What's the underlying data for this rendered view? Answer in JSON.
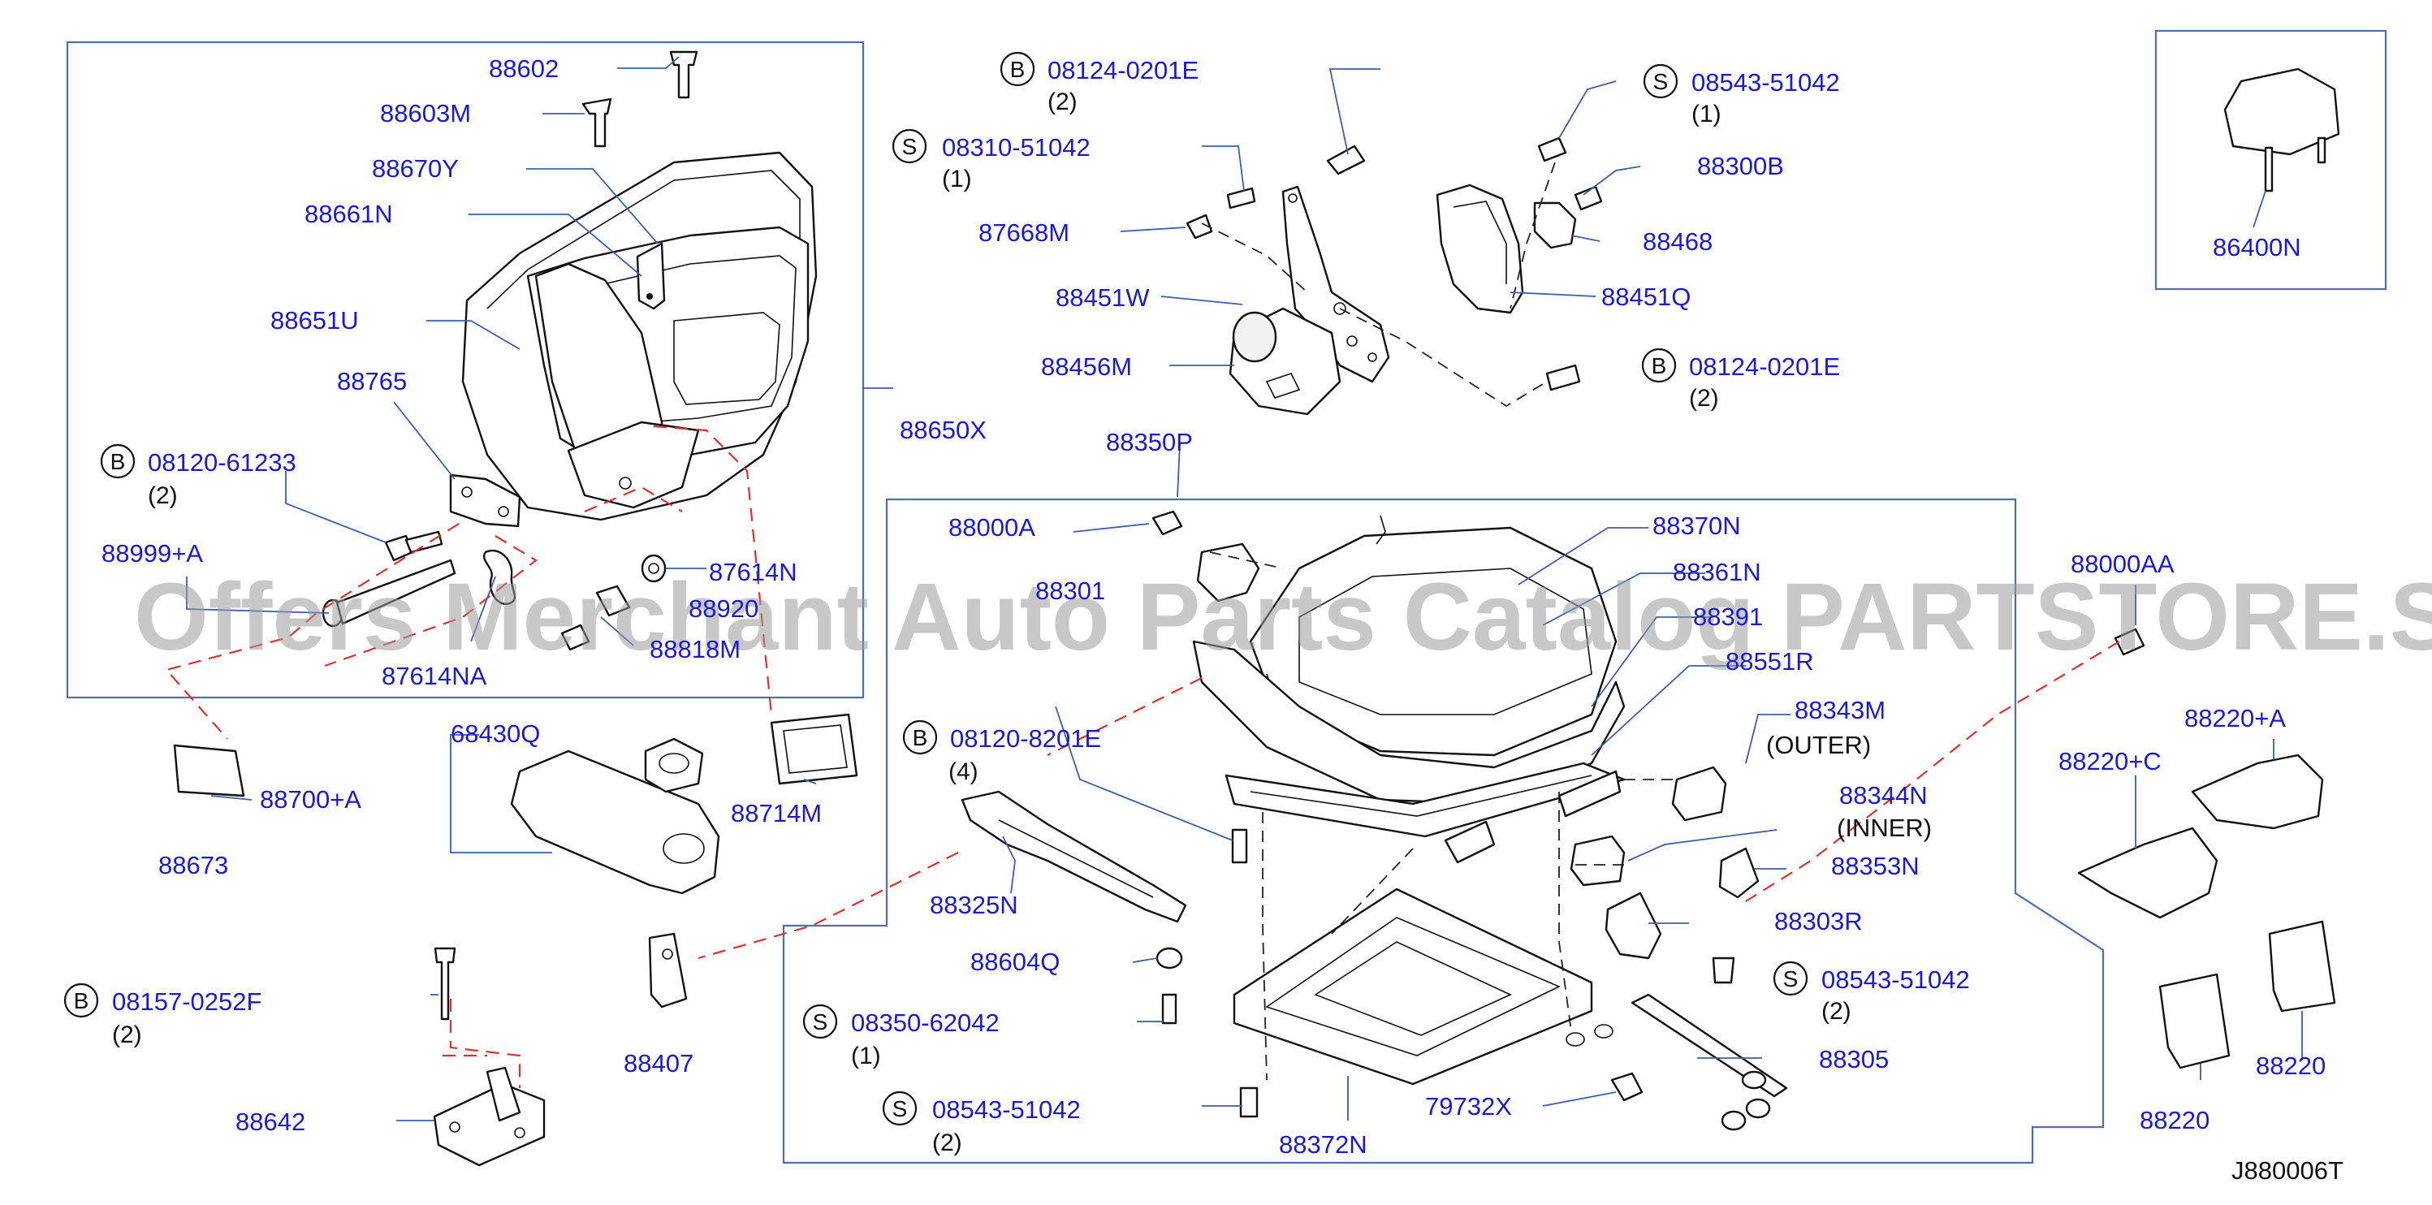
{
  "diagram_code": "J880006T",
  "watermark": "Offers Merchant Auto Parts Catalog PARTSTORE.SA",
  "callouts": {
    "p88602": "88602",
    "p88603M": "88603M",
    "p88670Y": "88670Y",
    "p88661N": "88661N",
    "p88651U": "88651U",
    "p88765": "88765",
    "p88650X": "88650X",
    "p88999A": "88999+A",
    "p87614N": "87614N",
    "p87614NA": "87614NA",
    "p88700A": "88700+A",
    "p88673": "88673",
    "p68430Q": "68430Q",
    "p88714M": "88714M",
    "p88642": "88642",
    "p88407": "88407",
    "p88325N": "88325N",
    "p88604Q": "88604Q",
    "p88372N": "88372N",
    "p79732X": "79732X",
    "p88305": "88305",
    "p88303R": "88303R",
    "p88353N": "88353N",
    "p88344N": "88344N",
    "p88343M": "88343M",
    "p88551R": "88551R",
    "p88361N": "88361N",
    "p88370N": "88370N",
    "p88000A": "88000A",
    "p88350P": "88350P",
    "p87668M": "87668M",
    "p88451W": "88451W",
    "p88456M": "88456M",
    "p88300B": "88300B",
    "p88468": "88468",
    "p88451Q": "88451Q",
    "p86400N": "86400N",
    "p88000AA": "88000AA",
    "p88220C": "88220+C",
    "p88220A": "88220+A",
    "p88220a": "88220",
    "p88220b": "88220",
    "p88301": "88301",
    "p88391": "88391",
    "p88920": "88920",
    "p88818M": "88818M"
  },
  "notes": {
    "inner": "(INNER)",
    "outer": "(OUTER)"
  },
  "fasteners": {
    "b_08120_61233": {
      "type": "B",
      "number": "08120-61233",
      "qty": "(2)"
    },
    "b_08157_0252F": {
      "type": "B",
      "number": "08157-0252F",
      "qty": "(2)"
    },
    "b_08124_0201E_top": {
      "type": "B",
      "number": "08124-0201E",
      "qty": "(2)"
    },
    "b_08124_0201E_mid": {
      "type": "B",
      "number": "08124-0201E",
      "qty": "(2)"
    },
    "b_08120_8201E": {
      "type": "B",
      "number": "08120-8201E",
      "qty": "(4)"
    },
    "s_08310_51042": {
      "type": "S",
      "number": "08310-51042",
      "qty": "(1)"
    },
    "s_08543_51042_top": {
      "type": "S",
      "number": "08543-51042",
      "qty": "(1)"
    },
    "s_08543_51042_right": {
      "type": "S",
      "number": "08543-51042",
      "qty": "(2)"
    },
    "s_08350_62042": {
      "type": "S",
      "number": "08350-62042",
      "qty": "(1)"
    },
    "s_08543_51042_bottom": {
      "type": "S",
      "number": "08543-51042",
      "qty": "(2)"
    }
  },
  "colors": {
    "part_number_text": "#1a1ad6",
    "frame_lines": "#4a6fb5",
    "alignment_dash_red": "#e0312b",
    "watermark": "#9a9a9a"
  }
}
